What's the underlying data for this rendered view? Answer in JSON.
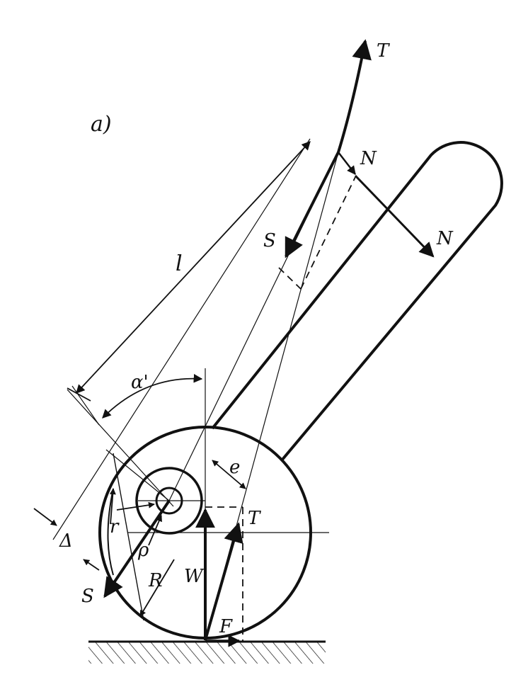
{
  "figure": {
    "panel_label": "a)",
    "labels": {
      "T_top": "T",
      "N_upper": "N",
      "N_lower": "N",
      "S_upper": "S",
      "S_lower": "S",
      "l": "l",
      "alpha": "α'",
      "e": "e",
      "T_mid": "T",
      "delta": "Δ",
      "r": "r",
      "rho": "ρ",
      "R": "R",
      "W": "W",
      "F": "F"
    },
    "colors": {
      "ink": "#111111",
      "background": "#ffffff"
    }
  }
}
